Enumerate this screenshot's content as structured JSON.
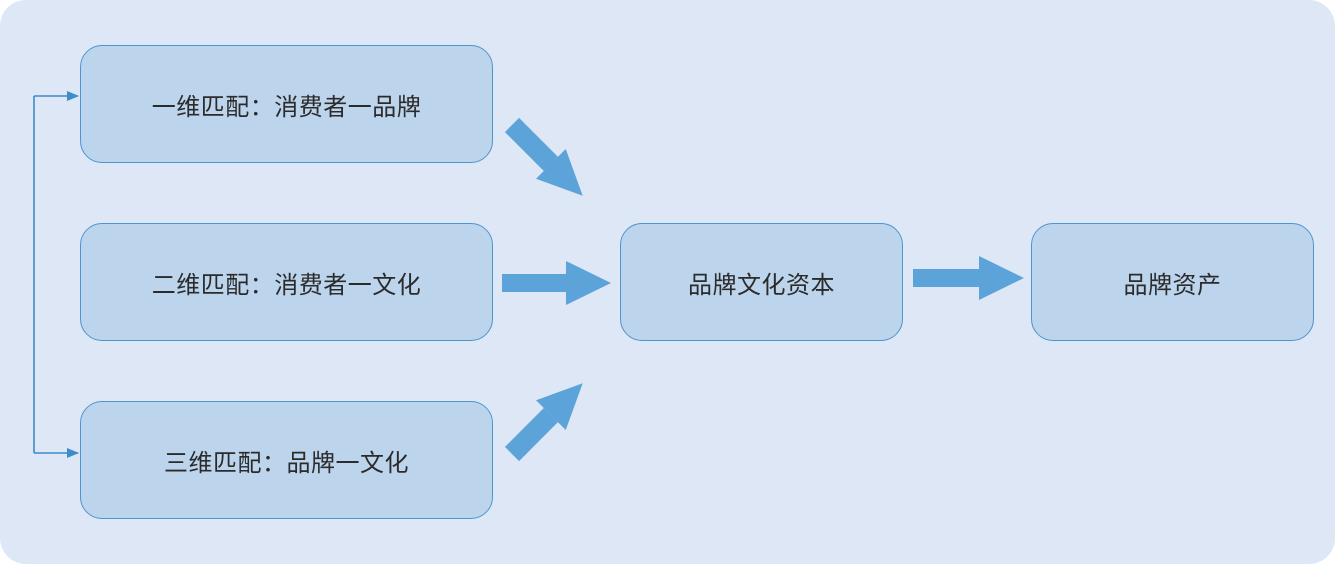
{
  "nodes": {
    "match_one": "一维匹配：消费者一品牌",
    "match_two": "二维匹配：消费者一文化",
    "match_three": "三维匹配：品牌一文化",
    "brand_culture_capital": "品牌文化资本",
    "brand_assets": "品牌资产"
  },
  "colors": {
    "background": "#dde7f5",
    "node_fill": "#bdd4ed",
    "node_border": "#4d95cf",
    "arrow": "#5ba3d9"
  }
}
